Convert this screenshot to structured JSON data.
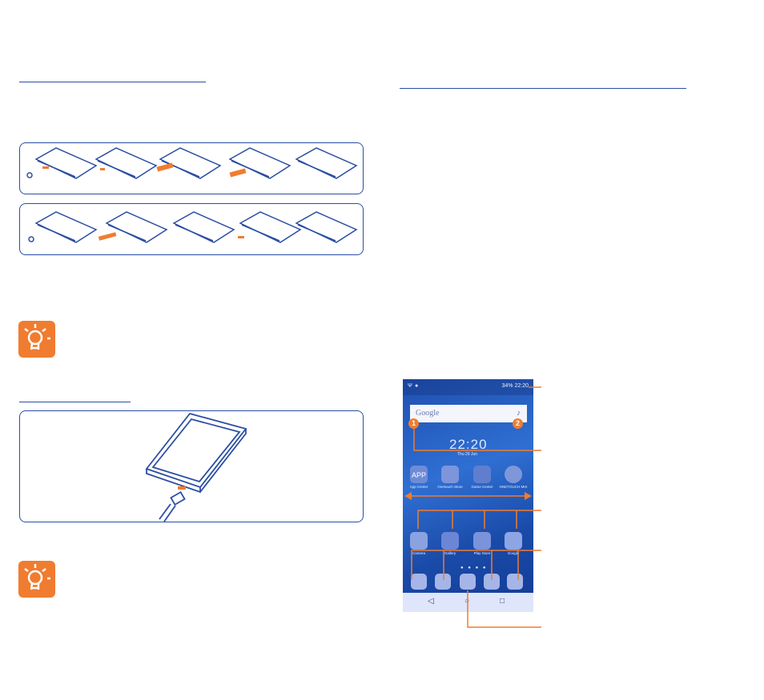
{
  "phone_screen": {
    "google_label": "Google",
    "clock_time": "22:20",
    "clock_date": "Thu 29 Jun",
    "status_right": "34% 22:20",
    "apps_row1": [
      "App Center",
      "Onetouch Store",
      "Game Center",
      "ONETOUCH MIX"
    ],
    "app_icon_text": "APP",
    "apps_row2": [
      "Camera",
      "Gallery",
      "Play Store",
      "Google"
    ]
  },
  "callouts": {
    "badge1": "1",
    "badge2": "2"
  },
  "colors": {
    "primary_blue": "#2b4ea2",
    "accent_orange": "#f07c30"
  }
}
